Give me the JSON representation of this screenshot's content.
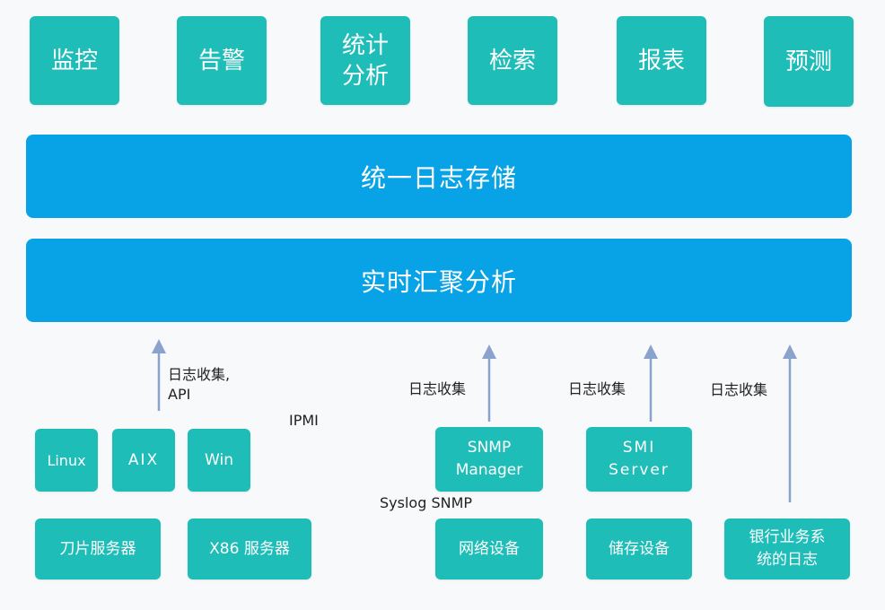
{
  "colors": {
    "tile": "#1fbdb8",
    "bar": "#08a3e6",
    "arrow": "#8aa3cc",
    "background": "#f8f9fa"
  },
  "top_tiles": [
    "监控",
    "告警",
    "统计分析",
    "检索",
    "报表",
    "预测"
  ],
  "storage_bar": "统一日志存储",
  "analysis_bar": "实时汇聚分析",
  "os_tiles": [
    "Linux",
    "AIX",
    "Win"
  ],
  "server_tiles": [
    "刀片服务器",
    "X86 服务器"
  ],
  "snmp_manager": "SNMP Manager",
  "smi_server": "SMI Server",
  "network_device": "网络设备",
  "storage_device": "储存设备",
  "bank_system": "银行业务系统的日志",
  "labels": {
    "collect_api_line1": "日志收集,",
    "collect_api_line2": "API",
    "ipmi": "IPMI",
    "collect_2": "日志收集",
    "collect_3": "日志收集",
    "collect_4": "日志收集",
    "syslog_snmp": "Syslog SNMP"
  }
}
